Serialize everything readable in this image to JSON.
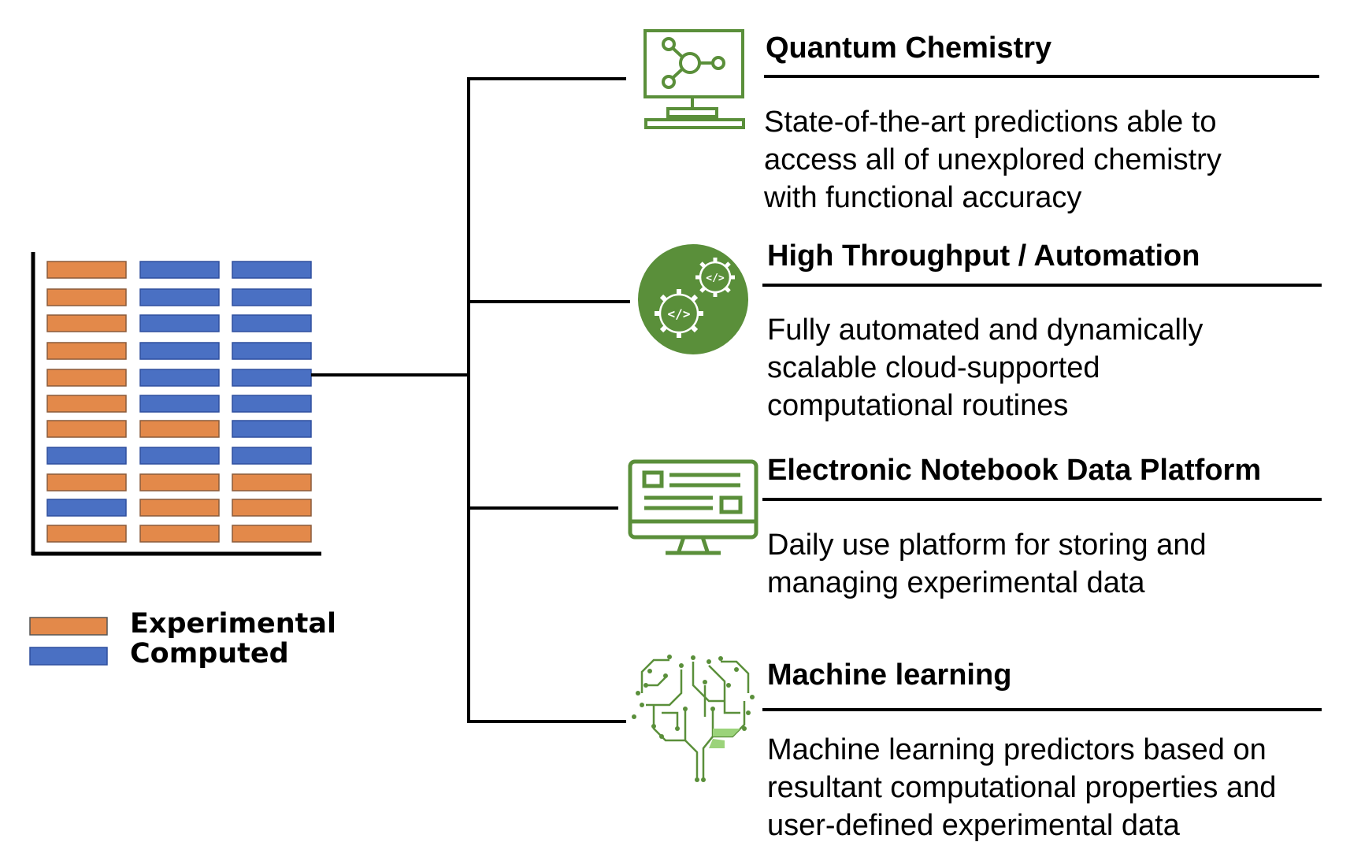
{
  "legend": {
    "experimental": {
      "label": "Experimental",
      "color": "#E3894A"
    },
    "computed": {
      "label": "Computed",
      "color": "#4A70C3"
    }
  },
  "table_grid": {
    "rows": [
      [
        "experimental",
        "computed",
        "computed"
      ],
      [
        "experimental",
        "computed",
        "computed"
      ],
      [
        "experimental",
        "computed",
        "computed"
      ],
      [
        "experimental",
        "computed",
        "computed"
      ],
      [
        "experimental",
        "computed",
        "computed"
      ],
      [
        "experimental",
        "computed",
        "computed"
      ],
      [
        "experimental",
        "experimental",
        "computed"
      ],
      [
        "computed",
        "computed",
        "computed"
      ],
      [
        "experimental",
        "experimental",
        "experimental"
      ],
      [
        "computed",
        "experimental",
        "experimental"
      ],
      [
        "experimental",
        "experimental",
        "experimental"
      ]
    ]
  },
  "sections": [
    {
      "icon": "monitor-network-icon",
      "title": "Quantum Chemistry",
      "lines": [
        "State-of-the-art predictions able to",
        "access all of unexplored chemistry",
        "with functional accuracy"
      ]
    },
    {
      "icon": "gears-code-icon",
      "title": "High Throughput / Automation",
      "lines": [
        "Fully automated and dynamically",
        "scalable cloud-supported",
        "computational routines"
      ]
    },
    {
      "icon": "monitor-document-icon",
      "title": "Electronic Notebook Data Platform",
      "lines": [
        "Daily use platform for storing and",
        "managing experimental data"
      ]
    },
    {
      "icon": "circuit-brain-icon",
      "title": "Machine learning",
      "lines": [
        "Machine learning predictors based on",
        "resultant computational properties and",
        "user-defined experimental data"
      ]
    }
  ],
  "colors": {
    "icon_green": "#5A8F3A",
    "icon_light_green": "#9BD37A",
    "bar_border": "#2E4F9E"
  }
}
